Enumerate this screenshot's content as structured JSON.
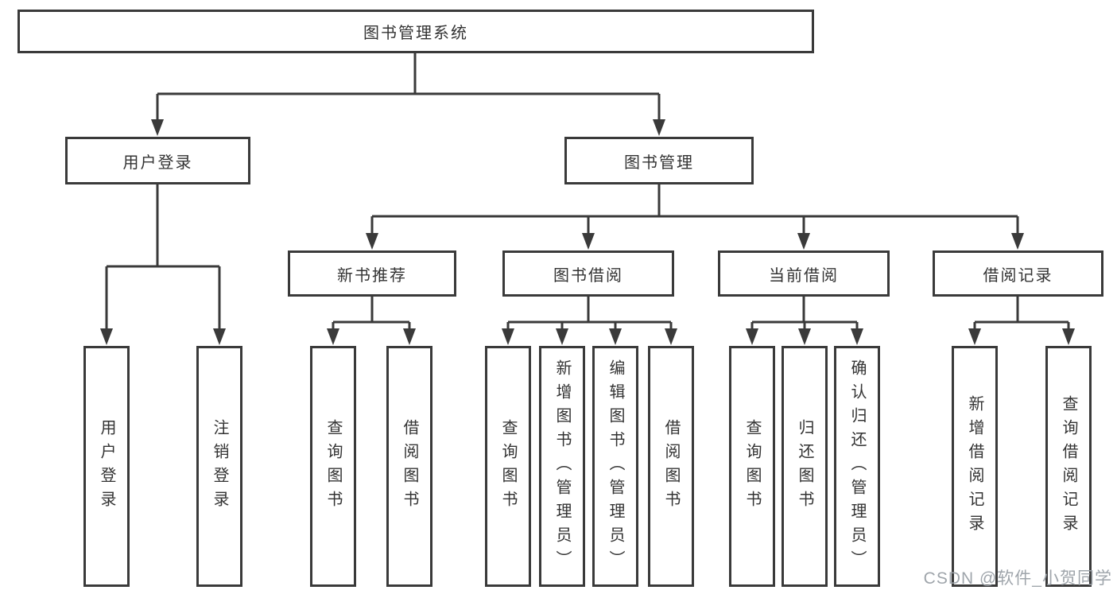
{
  "diagram": {
    "watermark": "CSDN @软件_小贺同学",
    "colors": {
      "line": "#3a3a3a",
      "box_border": "#3a3a3a",
      "text": "#333333",
      "watermark": "#9aa0a7",
      "background": "#ffffff"
    },
    "root": {
      "label": "图书管理系统"
    },
    "branches": [
      {
        "label": "用户登录",
        "children": [
          {
            "label": "用户登录"
          },
          {
            "label": "注销登录"
          }
        ]
      },
      {
        "label": "图书管理",
        "children": [
          {
            "label": "新书推荐",
            "children": [
              {
                "label": "查询图书"
              },
              {
                "label": "借阅图书"
              }
            ]
          },
          {
            "label": "图书借阅",
            "children": [
              {
                "label": "查询图书"
              },
              {
                "label": "新增图书（管理员）"
              },
              {
                "label": "编辑图书（管理员）"
              },
              {
                "label": "借阅图书"
              }
            ]
          },
          {
            "label": "当前借阅",
            "children": [
              {
                "label": "查询图书"
              },
              {
                "label": "归还图书"
              },
              {
                "label": "确认归还（管理员）"
              }
            ]
          },
          {
            "label": "借阅记录",
            "children": [
              {
                "label": "新增借阅记录"
              },
              {
                "label": "查询借阅记录"
              }
            ]
          }
        ]
      }
    ]
  }
}
